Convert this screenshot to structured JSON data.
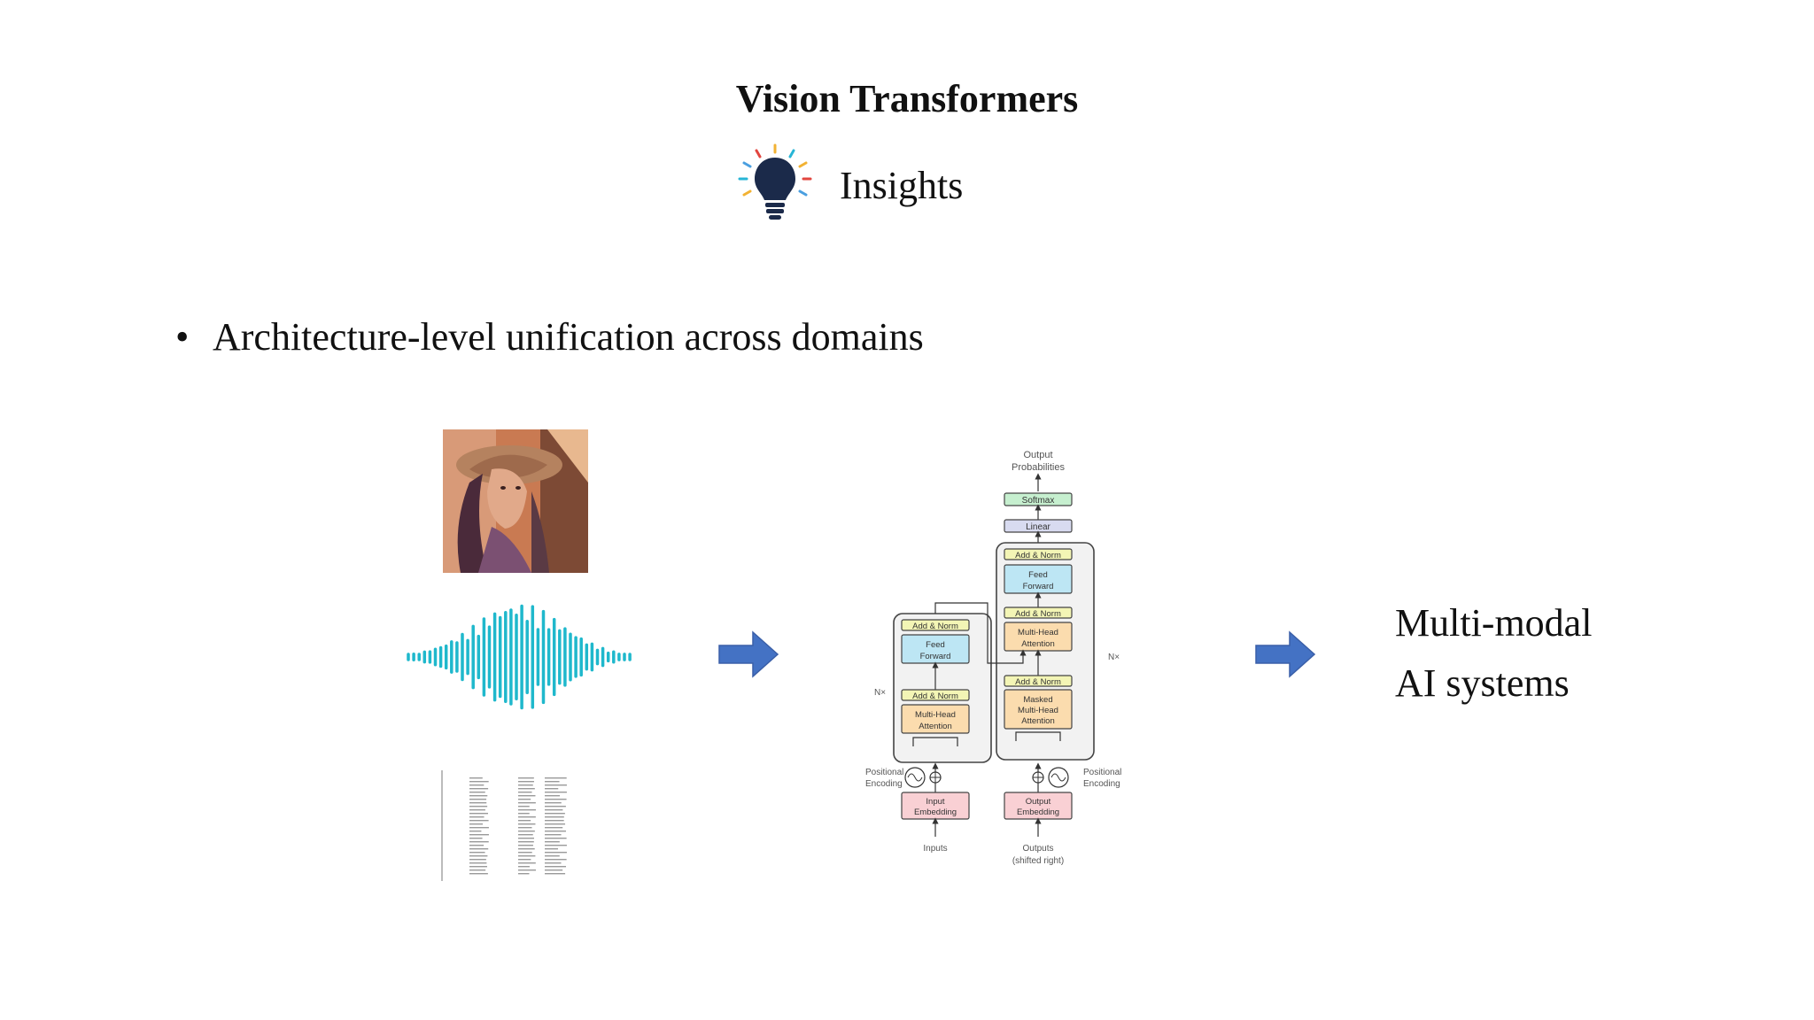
{
  "slide": {
    "title": "Vision Transformers",
    "insights_label": "Insights",
    "bullet": "Architecture-level unification across domains",
    "result_lines": [
      "Multi-modal",
      "AI systems"
    ]
  },
  "icons": {
    "bulb": "lightbulb-icon",
    "arrow": "right-arrow-icon",
    "waveform": "audio-waveform-icon",
    "document": "text-document-icon"
  },
  "colors": {
    "arrow": "#4472c4",
    "waveform": "#1fb8cc",
    "bulb": "#1b2a4a"
  },
  "transformer_diagram": {
    "output_probabilities": [
      "Output",
      "Probabilities"
    ],
    "softmax": "Softmax",
    "linear": "Linear",
    "add_norm": "Add & Norm",
    "feed_forward": [
      "Feed",
      "Forward"
    ],
    "multi_head_attention": [
      "Multi-Head",
      "Attention"
    ],
    "masked_multi_head_attention": [
      "Masked",
      "Multi-Head",
      "Attention"
    ],
    "nx": "N×",
    "positional_encoding": [
      "Positional",
      "Encoding"
    ],
    "input_embedding": [
      "Input",
      "Embedding"
    ],
    "output_embedding": [
      "Output",
      "Embedding"
    ],
    "inputs": "Inputs",
    "outputs": [
      "Outputs",
      "(shifted right)"
    ]
  }
}
